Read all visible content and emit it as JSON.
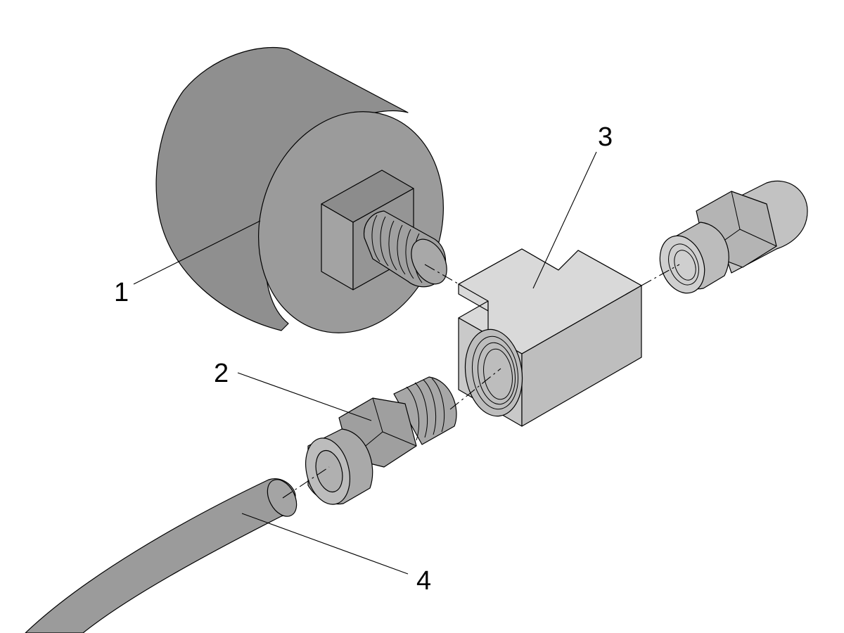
{
  "colors": {
    "dark_part": "#9b9b9b",
    "dark_part_shade": "#8a8a8a",
    "light_part": "#cfcfcf",
    "light_part_top": "#d8d8d8",
    "light_part_side": "#bdbdbd",
    "outline": "#000000",
    "background": "#ffffff"
  },
  "callouts": [
    {
      "id": "gauge",
      "label": "1"
    },
    {
      "id": "connector",
      "label": "2"
    },
    {
      "id": "tee-fitting",
      "label": "3"
    },
    {
      "id": "tube",
      "label": "4"
    }
  ]
}
